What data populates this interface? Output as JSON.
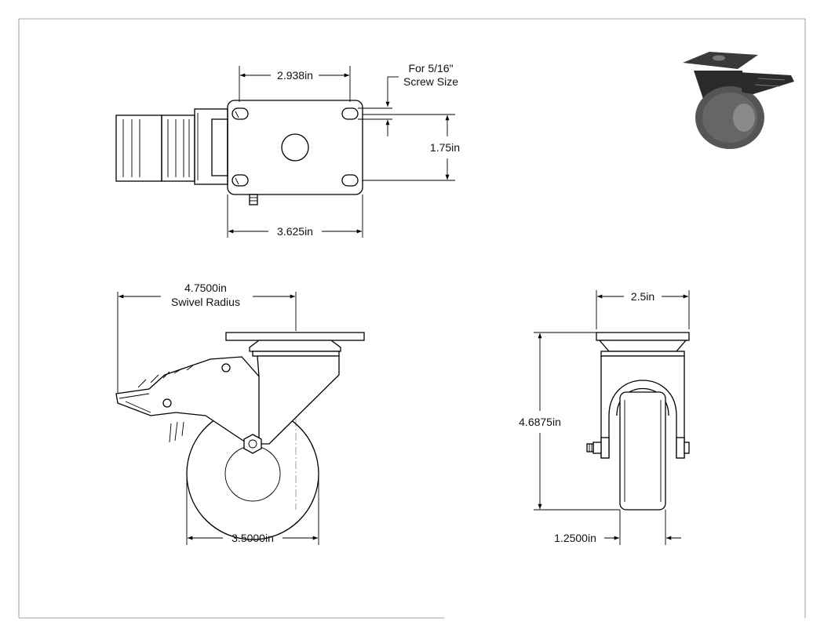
{
  "drawing": {
    "top_view": {
      "dim_bolt_spacing": "2.938in",
      "screw_note_line1": "For 5/16\"",
      "screw_note_line2": "Screw Size",
      "dim_plate_height": "1.75in",
      "dim_plate_width": "3.625in"
    },
    "side_view": {
      "dim_swivel_radius_value": "4.7500in",
      "dim_swivel_radius_label": "Swivel Radius",
      "dim_wheel_diameter": "3.5000in"
    },
    "front_view": {
      "dim_plate_depth": "2.5in",
      "dim_overall_height": "4.6875in",
      "dim_wheel_width": "1.2500in"
    },
    "iso_view": {
      "render_colors": {
        "body": "#2b2b2b",
        "plate": "#3a3a3a",
        "wheel": "#555555",
        "hub": "#8a8a8a"
      }
    }
  }
}
